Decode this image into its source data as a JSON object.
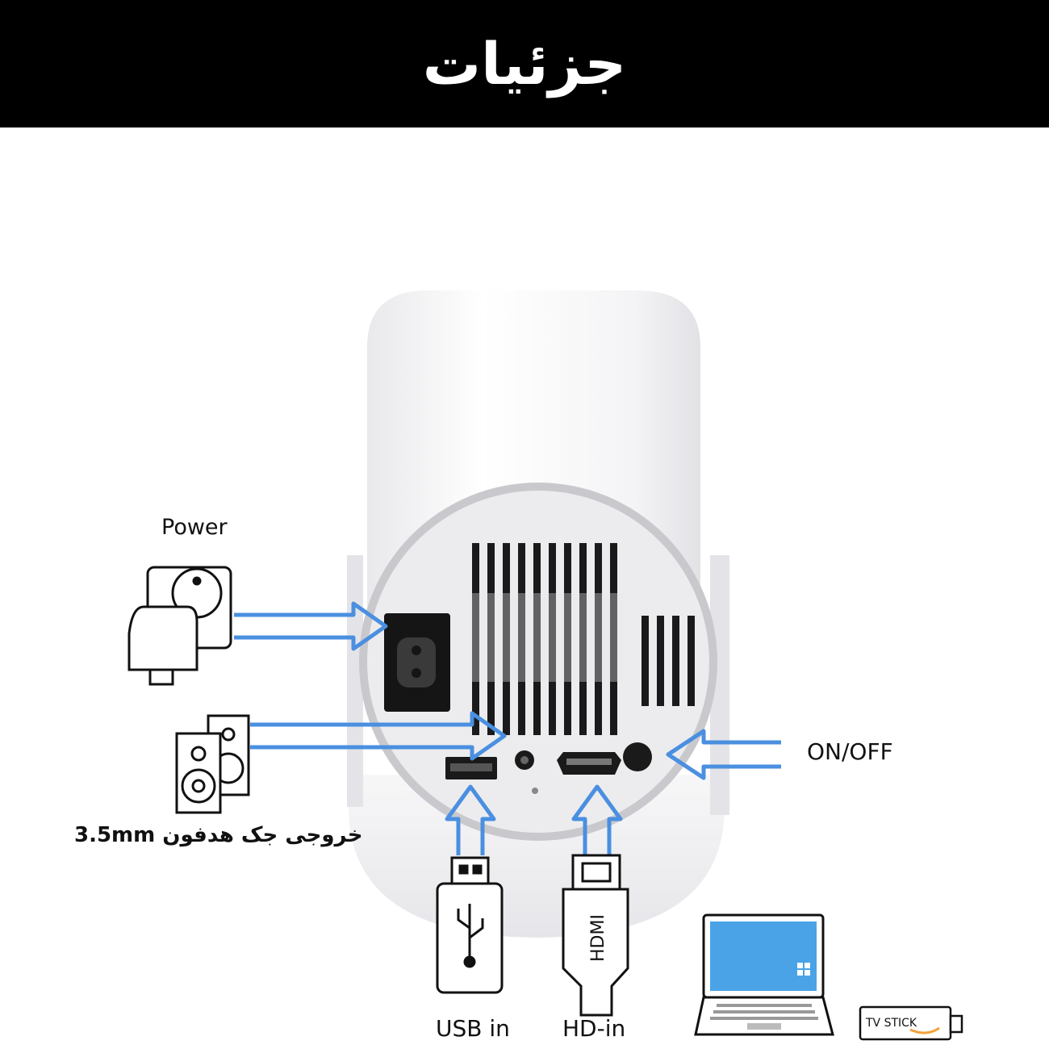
{
  "header": {
    "title": "جزئیات"
  },
  "labels": {
    "power": "Power",
    "on_off": "ON/OFF",
    "headphone_jack": "خروجی جک هدفون 3.5mm",
    "usb_in": "USB in",
    "hd_in": "HD-in",
    "hdmi_cable_text": "HDMI",
    "tv_stick_text": "TV STICK"
  },
  "colors": {
    "header_bg": "#000000",
    "arrow_blue": "#4a8fe0",
    "laptop_screen": "#4aa3e6"
  },
  "icons": [
    "power-plug-icon",
    "speakers-icon",
    "usb-cable-icon",
    "hdmi-cable-icon",
    "laptop-icon",
    "tv-stick-icon"
  ]
}
